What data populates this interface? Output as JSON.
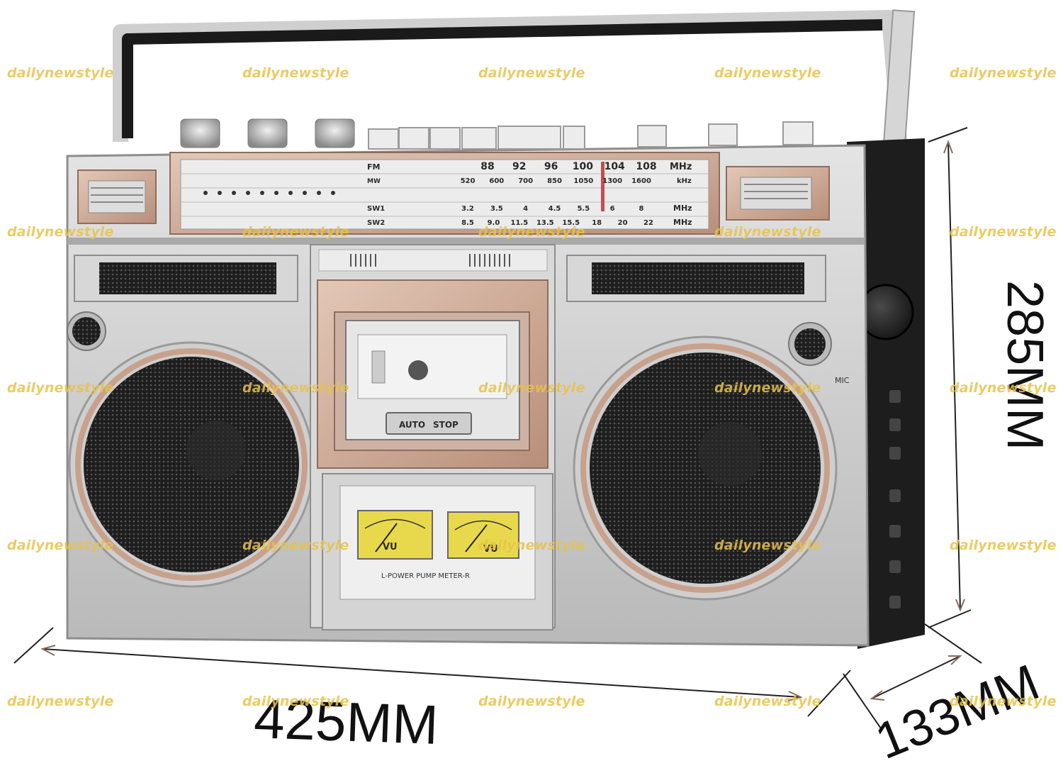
{
  "dimensions": {
    "width_label": "425MM",
    "height_label": "285MM",
    "depth_label": "133MM"
  },
  "watermark": "dailynewstyle",
  "tuner": {
    "fm_label": "FM",
    "mw_label": "MW",
    "sw1_label": "SW1",
    "sw2_label": "SW2",
    "fm_scale": [
      "88",
      "92",
      "96",
      "100",
      "104",
      "108"
    ],
    "fm_unit": "MHz",
    "mw_scale": [
      "520",
      "600",
      "700",
      "850",
      "1050",
      "1300",
      "1600"
    ],
    "mw_unit": "kHz",
    "sw1_scale": [
      "3.2",
      "3.5",
      "4",
      "4.5",
      "5.5",
      "6",
      "8"
    ],
    "sw1_unit": "MHz",
    "sw2_scale": [
      "8.5",
      "9.0",
      "11.5",
      "13.5",
      "15.5",
      "18",
      "20",
      "22"
    ],
    "sw2_unit": "MHz"
  },
  "cassette": {
    "button_auto": "AUTO",
    "button_stop": "STOP"
  },
  "meters": {
    "left_label": "VU",
    "right_label": "VU",
    "caption": "L-POWER PUMP METER-R"
  },
  "mic_label": "MIC",
  "colors": {
    "body": "#c9c9c9",
    "rose_gold": "#d2ad98",
    "grille": "#2a2a2a",
    "meter_yellow": "#e8d94c",
    "handle": "#1a1a1a"
  }
}
